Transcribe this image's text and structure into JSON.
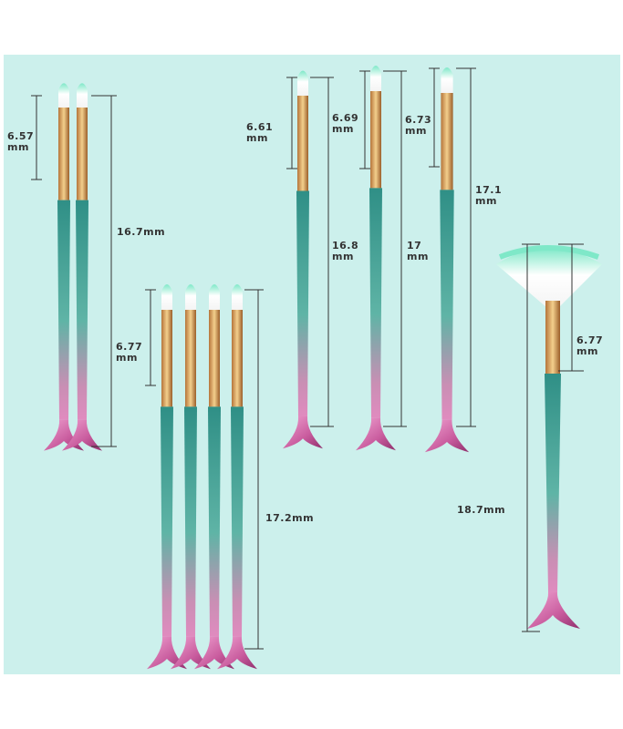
{
  "labels": {
    "g1_short": "6.57\nmm",
    "g1_long": "16.7mm",
    "g2_short": "6.77\nmm",
    "g2_long": "17.2mm",
    "b3_short": "6.61\nmm",
    "b3_long": "16.8\nmm",
    "b4_short": "6.69\nmm",
    "b4_long": "17\nmm",
    "b5_short": "6.73\nmm",
    "b5_long": "17.1\nmm",
    "b6_short": "6.77\nmm",
    "b6_long": "18.7mm"
  },
  "colors": {
    "background": "#ccf0ec",
    "bristle": "#ffffff",
    "bristle_tip": "#7fe8c8",
    "ferrule": "#d9a55c",
    "handle": "#3c9a8e",
    "tail": "#d878b0"
  }
}
